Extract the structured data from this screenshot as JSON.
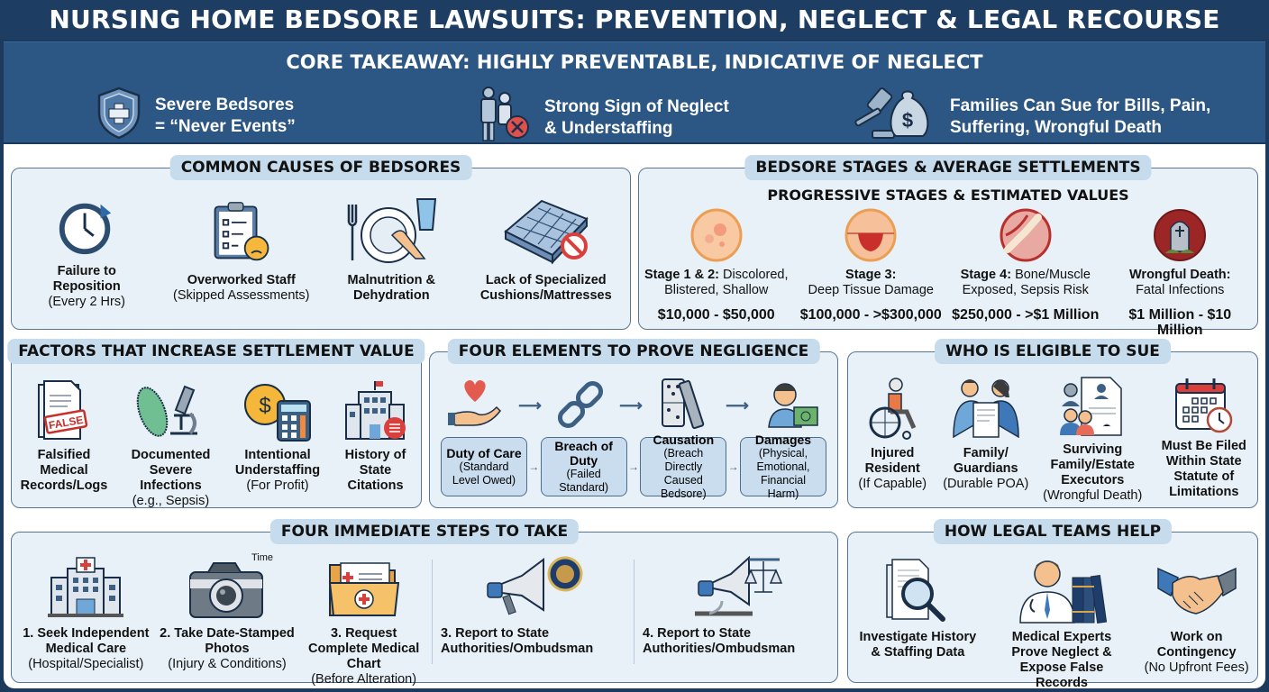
{
  "title": "NURSING HOME BEDSORE LAWSUITS: PREVENTION, NEGLECT & LEGAL RECOURSE",
  "core": {
    "title": "CORE TAKEAWAY: HIGHLY PREVENTABLE, INDICATIVE OF NEGLECT",
    "items": [
      {
        "icon": "shield-cross-icon",
        "line1": "Severe Bedsores",
        "line2": "= “Never Events”"
      },
      {
        "icon": "neglected-elderly-icon",
        "line1": "Strong Sign of Neglect",
        "line2": "& Understaffing"
      },
      {
        "icon": "gavel-money-bag-icon",
        "line1": "Families Can Sue for Bills, Pain,",
        "line2": "Suffering, Wrongful Death"
      }
    ]
  },
  "causes": {
    "title": "COMMON CAUSES OF BEDSORES",
    "items": [
      {
        "icon": "clock-icon",
        "bold": "Failure to Reposition",
        "sub": "(Every 2 Hrs)"
      },
      {
        "icon": "clipboard-icon",
        "bold": "Overworked Staff",
        "sub": "(Skipped Assessments)"
      },
      {
        "icon": "plate-water-icon",
        "bold": "Malnutrition & Dehydration",
        "sub": ""
      },
      {
        "icon": "mattress-icon",
        "bold": "Lack of Specialized Cushions/Mattresses",
        "sub": ""
      }
    ]
  },
  "stages": {
    "title": "BEDSORE STAGES & AVERAGE SETTLEMENTS",
    "subtitle": "PROGRESSIVE STAGES & ESTIMATED VALUES",
    "items": [
      {
        "icon": "stage-1-2-icon",
        "bold": "Stage 1 & 2:",
        "desc1": "Discolored,",
        "desc2": "Blistered, Shallow",
        "value": "$10,000 - $50,000"
      },
      {
        "icon": "stage-3-icon",
        "bold": "Stage 3:",
        "desc1": "",
        "desc2": "Deep Tissue Damage",
        "value": "$100,000 - >$300,000"
      },
      {
        "icon": "stage-4-icon",
        "bold": "Stage 4:",
        "desc1": "Bone/Muscle",
        "desc2": "Exposed, Sepsis Risk",
        "value": "$250,000 - >$1 Million"
      },
      {
        "icon": "tombstone-icon",
        "bold": "Wrongful Death:",
        "desc1": "",
        "desc2": "Fatal Infections",
        "value": "$1 Million - $10 Million"
      }
    ]
  },
  "factors": {
    "title": "FACTORS THAT INCREASE SETTLEMENT VALUE",
    "items": [
      {
        "icon": "false-document-icon",
        "bold": "Falsified Medical Records/Logs",
        "sub": ""
      },
      {
        "icon": "bacteria-microscope-icon",
        "bold": "Documented Severe Infections",
        "sub": "(e.g., Sepsis)"
      },
      {
        "icon": "coin-calculator-icon",
        "bold": "Intentional Understaffing",
        "sub": "(For Profit)"
      },
      {
        "icon": "state-building-icon",
        "bold": "History of State Citations",
        "sub": ""
      }
    ]
  },
  "elements": {
    "title": "FOUR ELEMENTS TO PROVE NEGLIGENCE",
    "items": [
      {
        "icon": "heart-hand-icon",
        "bold": "Duty of Care",
        "sub": "(Standard Level Owed)"
      },
      {
        "icon": "broken-chain-icon",
        "bold": "Breach of Duty",
        "sub": "(Failed Standard)"
      },
      {
        "icon": "dominoes-icon",
        "bold": "Causation",
        "sub": "(Breach Directly Caused Bedsore)"
      },
      {
        "icon": "person-money-icon",
        "bold": "Damages",
        "sub": "(Physical, Emotional, Financial Harm)"
      }
    ]
  },
  "eligible": {
    "title": "WHO IS ELIGIBLE TO SUE",
    "items": [
      {
        "icon": "wheelchair-icon",
        "bold": "Injured Resident",
        "sub": "(If Capable)"
      },
      {
        "icon": "family-document-icon",
        "bold": "Family/ Guardians",
        "sub": "(Durable POA)"
      },
      {
        "icon": "estate-document-icon",
        "bold": "Surviving Family/Estate Executors",
        "sub": "(Wrongful Death)"
      },
      {
        "icon": "calendar-clock-icon",
        "bold": "Must Be Filed Within State Statute of Limitations",
        "sub": ""
      }
    ]
  },
  "steps": {
    "title": "FOUR IMMEDIATE STEPS TO TAKE",
    "items": [
      {
        "icon": "hospital-icon",
        "bold": "1. Seek Independent Medical Care",
        "sub": "(Hospital/Specialist)"
      },
      {
        "icon": "camera-icon",
        "bold": "2. Take Date-Stamped Photos",
        "sub": "(Injury & Conditions)",
        "tag": "Time"
      },
      {
        "icon": "medical-folder-icon",
        "bold": "3. Request Complete Medical Chart",
        "sub": "(Before Alteration)"
      },
      {
        "icon": "megaphone-seal-icon",
        "bold": "3. Report to State Authorities/Ombudsman",
        "sub": ""
      },
      {
        "icon": "megaphone-scales-icon",
        "bold": "4. Report to State Authorities/Ombudsman",
        "sub": ""
      }
    ]
  },
  "legal": {
    "title": "HOW LEGAL TEAMS HELP",
    "items": [
      {
        "icon": "document-magnifier-icon",
        "bold": "Investigate History & Staffing Data",
        "sub": ""
      },
      {
        "icon": "doctor-books-icon",
        "bold": "Medical Experts Prove Neglect & Expose False Records",
        "sub": ""
      },
      {
        "icon": "handshake-icon",
        "bold": "Work on Contingency",
        "sub": "(No Upfront Fees)"
      }
    ]
  },
  "colors": {
    "header_bg": "#1d3d62",
    "core_bg": "#2c5784",
    "panel_bg": "#e8f1f7",
    "panel_title_bg": "#c6dcec",
    "panel_border": "#5a7592"
  }
}
